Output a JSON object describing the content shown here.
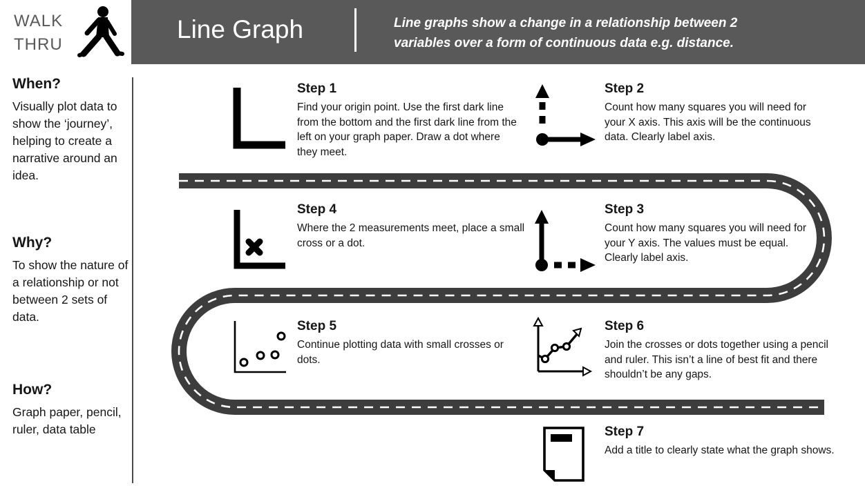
{
  "logo": {
    "line1": "WALK",
    "line2": "THRU",
    "icon": "walking-person"
  },
  "header": {
    "title": "Line Graph",
    "description": "Line graphs show a change in a relationship between 2 variables over a form of continuous data e.g. distance.",
    "bg_color": "#595959",
    "text_color": "#ffffff"
  },
  "sidebar": {
    "sections": [
      {
        "heading": "When?",
        "body": "Visually plot data to show the ‘journey’, helping to create a narrative around an idea."
      },
      {
        "heading": "Why?",
        "body": "To show the nature of a relationship or not between 2 sets of data."
      },
      {
        "heading": "How?",
        "body": "Graph paper, pencil, ruler, data table"
      }
    ]
  },
  "steps": [
    {
      "label": "Step 1",
      "icon": "axes-corner",
      "text": "Find your origin point. Use the first dark line from the bottom and the first dark line from the left on your graph paper. Draw a dot where they meet."
    },
    {
      "label": "Step 2",
      "icon": "x-axis-arrow",
      "text": "Count how many squares you will need for your X axis. This axis will be the continuous data. Clearly label axis."
    },
    {
      "label": "Step 3",
      "icon": "y-axis-arrow",
      "text": "Count how many squares you will need for your Y axis. The values must be equal. Clearly label axis."
    },
    {
      "label": "Step 4",
      "icon": "axes-with-cross",
      "text": "Where the 2 measurements meet, place a small cross or a dot."
    },
    {
      "label": "Step 5",
      "icon": "scatter-dots",
      "text": "Continue plotting data with small crosses or dots."
    },
    {
      "label": "Step 6",
      "icon": "line-graph",
      "text": "Join the crosses or dots together using a pencil and ruler. This isn’t a line of best fit and there shouldn’t be any gaps."
    },
    {
      "label": "Step 7",
      "icon": "titled-page",
      "text": "Add a title to clearly state what the graph shows."
    }
  ],
  "road": {
    "color": "#3d3d3d",
    "centerline_color": "#ffffff"
  }
}
